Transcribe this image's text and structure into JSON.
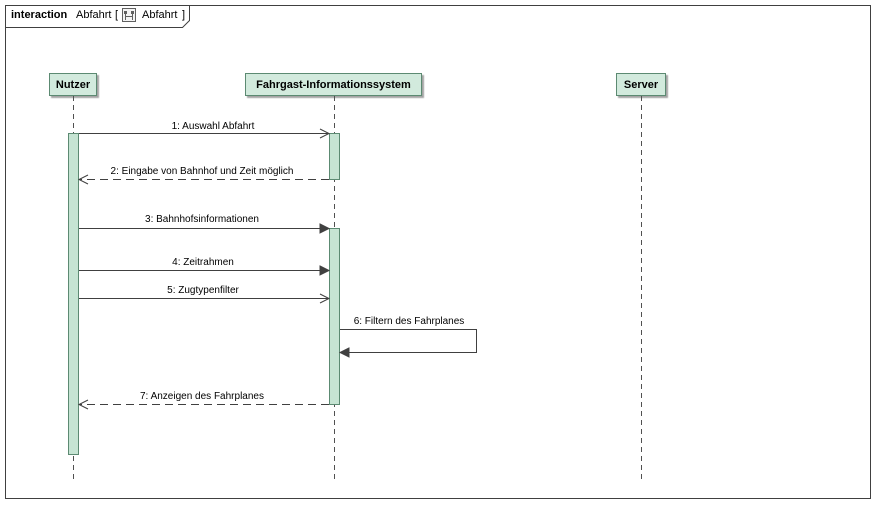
{
  "frame": {
    "keyword": "interaction",
    "name": "Abfahrt",
    "bracket_open": "[",
    "ref_name": "Abfahrt",
    "bracket_close": "]",
    "ref_icon": "interaction-diagram-icon"
  },
  "lifelines": [
    {
      "label": "Nutzer"
    },
    {
      "label": "Fahrgast-Informationssystem"
    },
    {
      "label": "Server"
    }
  ],
  "messages": [
    {
      "label": "1: Auswahl Abfahrt",
      "kind": "call"
    },
    {
      "label": "2: Eingabe von Bahnhof und Zeit möglich",
      "kind": "reply"
    },
    {
      "label": "3: Bahnhofsinformationen",
      "kind": "call"
    },
    {
      "label": "4: Zeitrahmen",
      "kind": "call"
    },
    {
      "label": "5: Zugtypenfilter",
      "kind": "call"
    },
    {
      "label": "6: Filtern des Fahrplanes",
      "kind": "self"
    },
    {
      "label": "7: Anzeigen des Fahrplanes",
      "kind": "reply"
    }
  ],
  "colors": {
    "lifeline_fill": "#d2eadd",
    "lifeline_border": "#5c8a72",
    "line": "#404040",
    "frame": "#404040",
    "text": "#000000"
  }
}
